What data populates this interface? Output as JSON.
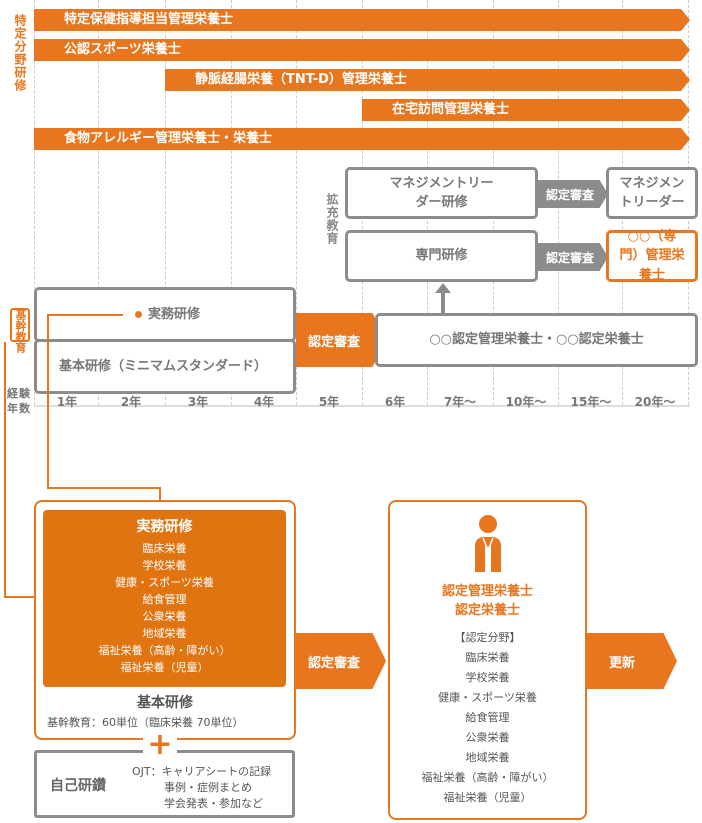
{
  "specialty": {
    "label": "特定分野研修",
    "bars": [
      "特定保健指導担当管理栄養士",
      "公認スポーツ栄養士",
      "静脈経腸栄養（TNT-D）管理栄養士",
      "在宅訪問管理栄養士",
      "食物アレルギー管理栄養士・栄養士"
    ]
  },
  "expanded": {
    "label": "拡充教育",
    "mgmt_training": "マネジメントリーダー研修",
    "mgmt_leader": "マネジメントリーダー",
    "specialist_training": "専門研修",
    "specialist_title": "○○（専門）管理栄養士",
    "review": "認定審査"
  },
  "core": {
    "label": "基幹教育",
    "practical": "実務研修",
    "basic": "基本研修（ミニマムスタンダード）",
    "review": "認定審査",
    "certified": "○○認定管理栄養士・○○認定栄養士"
  },
  "axis": {
    "label": "経験年数",
    "years": [
      "1年",
      "2年",
      "3年",
      "4年",
      "5年",
      "6年",
      "7年～",
      "10年～",
      "15年～",
      "20年～"
    ]
  },
  "detail": {
    "practical_title": "実務研修",
    "practical_items": [
      "臨床栄養",
      "学校栄養",
      "健康・スポーツ栄養",
      "給食管理",
      "公衆栄養",
      "地域栄養",
      "福祉栄養（高齢・障がい）",
      "福祉栄養（児童）"
    ],
    "basic_title": "基本研修",
    "basic_units": "基幹教育：60単位（臨床栄養 70単位）",
    "plus": "+",
    "self_study": "自己研鑽",
    "ojt": [
      "OJT：キャリアシートの記録",
      "事例・症例まとめ",
      "学会発表・参加など"
    ],
    "review": "認定審査",
    "cert_title1": "認定管理栄養士",
    "cert_title2": "認定栄養士",
    "fields_title": "【認定分野】",
    "fields": [
      "臨床栄養",
      "学校栄養",
      "健康・スポーツ栄養",
      "給食管理",
      "公衆栄養",
      "地域栄養",
      "福祉栄養（高齢・障がい）",
      "福祉栄養（児童）"
    ],
    "renew": "更新"
  },
  "colors": {
    "orange": "#e8761e",
    "gray": "#8c8c8c"
  }
}
